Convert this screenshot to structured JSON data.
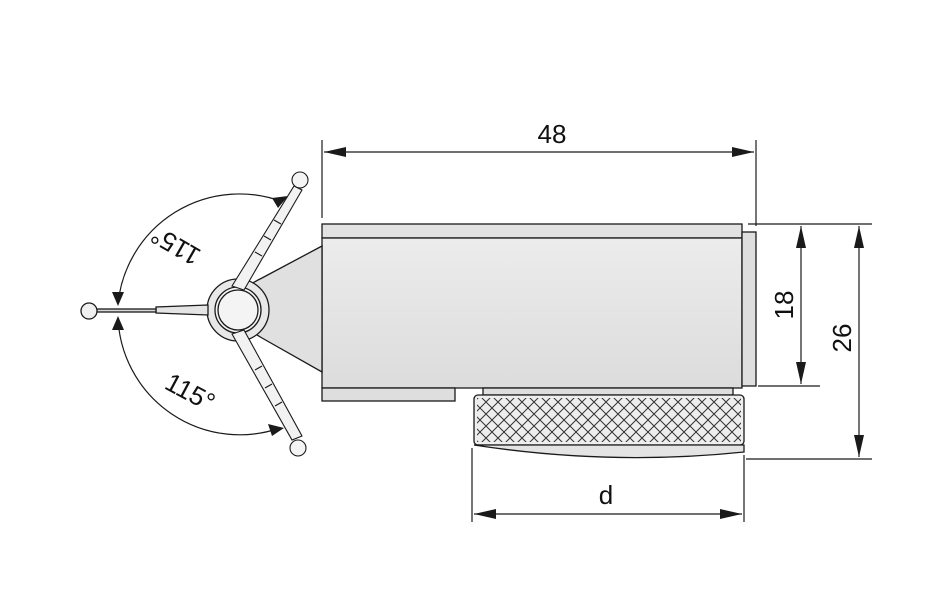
{
  "drawing": {
    "dimensions": {
      "length": "48",
      "inner_height": "18",
      "total_height": "26",
      "diameter": "d",
      "angle_upper": "115°",
      "angle_lower": "115°"
    },
    "colors": {
      "line": "#1a1a1a",
      "body_fill": "#e6e6e6",
      "body_fill_dark": "#d4d4d4",
      "knurl_fill": "#e9e9e9"
    }
  }
}
